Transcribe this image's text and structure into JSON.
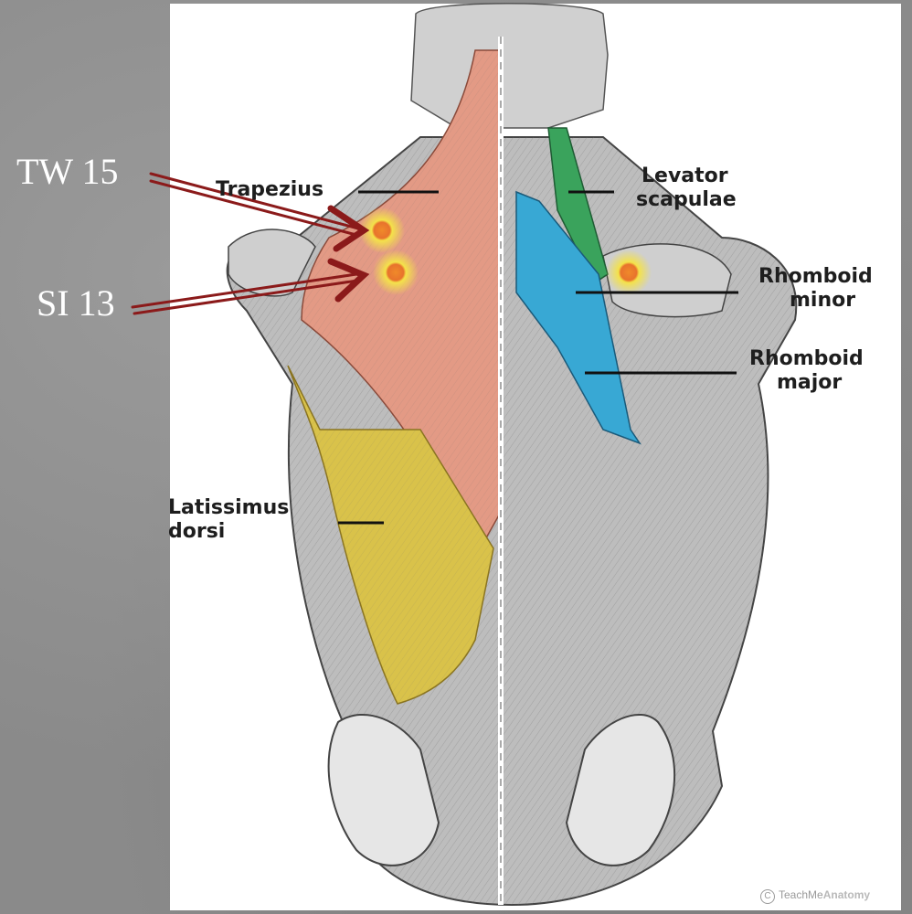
{
  "points": [
    {
      "id": "tw15",
      "label": "TW 15"
    },
    {
      "id": "si13",
      "label": "SI 13"
    }
  ],
  "muscles": {
    "trapezius": "Trapezius",
    "levator_scapulae": [
      "Levator",
      "scapulae"
    ],
    "rhomboid_minor": [
      "Rhomboid",
      "minor"
    ],
    "rhomboid_major": [
      "Rhomboid",
      "major"
    ],
    "latissimus_dorsi": [
      "Latissimus",
      "dorsi"
    ]
  },
  "watermark": {
    "symbol": "C",
    "prefix": "TeachMe",
    "brand": "Anatomy"
  },
  "colors": {
    "trapezius": "#e39a85",
    "levator_scapulae": "#3aa35c",
    "rhomboid": "#38a8d4",
    "latissimus_dorsi": "#d9c24a",
    "acupoint_outer": "#f4e24a",
    "acupoint_inner": "#e8732c",
    "arrow": "#8b1a1a"
  }
}
